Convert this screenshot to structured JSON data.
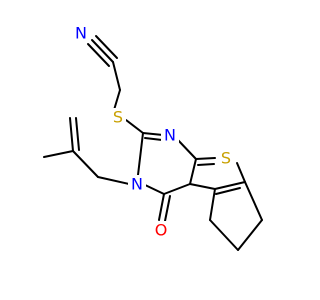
{
  "structure": {
    "atoms": [
      {
        "id": "N_nitrile",
        "element": "N",
        "label": "N",
        "color": "#0000ff"
      },
      {
        "id": "S_thioether",
        "element": "S",
        "label": "S",
        "color": "#c8a000"
      },
      {
        "id": "N_ring_top",
        "element": "N",
        "label": "N",
        "color": "#0000ff"
      },
      {
        "id": "N_ring_sub",
        "element": "N",
        "label": "N",
        "color": "#0000ff"
      },
      {
        "id": "S_thiophene",
        "element": "S",
        "label": "S",
        "color": "#c8a000"
      },
      {
        "id": "O_carbonyl",
        "element": "O",
        "label": "O",
        "color": "#ff0000"
      }
    ],
    "bond_color": "#000000"
  }
}
